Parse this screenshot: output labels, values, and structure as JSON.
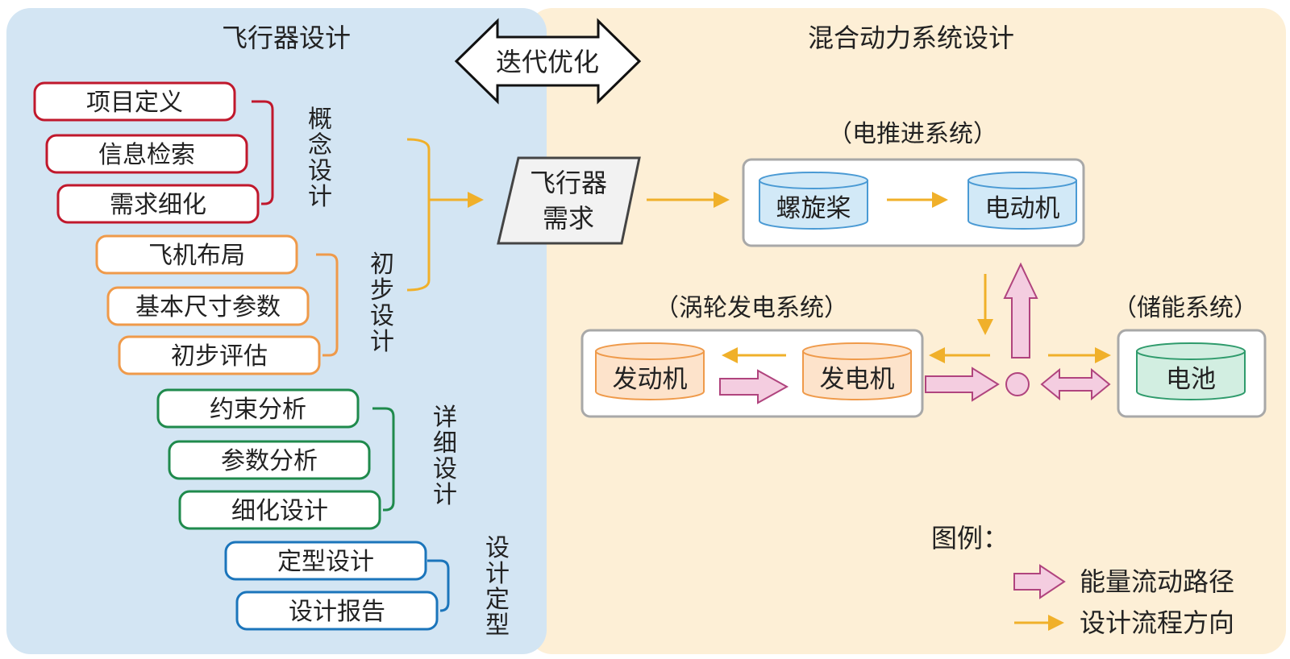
{
  "left_panel": {
    "title": "飞行器设计",
    "color": "#d3e5f3"
  },
  "right_panel": {
    "title": "混合动力系统设计",
    "color": "#fdefd6"
  },
  "iterate_label": "迭代优化",
  "stages": [
    {
      "label": "概念设计",
      "color": "#c0182c",
      "items": [
        "项目定义",
        "信息检索",
        "需求细化"
      ]
    },
    {
      "label": "初步设计",
      "color": "#ef9a4a",
      "items": [
        "飞机布局",
        "基本尺寸参数",
        "初步评估"
      ]
    },
    {
      "label": "详细设计",
      "color": "#1f8a4c",
      "items": [
        "约束分析",
        "参数分析",
        "细化设计"
      ]
    },
    {
      "label": "设计定型",
      "color": "#1b75bb",
      "items": [
        "定型设计",
        "设计报告"
      ]
    }
  ],
  "aircraft_requirement": "飞行器需求",
  "systems": {
    "electric": {
      "title": "（电推进系统）",
      "components": [
        "螺旋桨",
        "电动机"
      ]
    },
    "turbine": {
      "title": "（涡轮发电系统）",
      "components": [
        "发动机",
        "发电机"
      ]
    },
    "storage": {
      "title": "（储能系统）",
      "components": [
        "电池"
      ]
    }
  },
  "legend": {
    "title": "图例：",
    "energy_flow": "能量流动路径",
    "design_flow": "设计流程方向"
  },
  "colors": {
    "orange_arrow": "#f0b02a",
    "pink_fill": "#f4cde0",
    "pink_stroke": "#b0447e",
    "blue_cyl_fill": "#d2e9f7",
    "blue_cyl_stroke": "#4a9ad4",
    "orange_cyl_fill": "#fde3cb",
    "orange_cyl_stroke": "#ef9a4a",
    "green_cyl_fill": "#d2eee1",
    "green_cyl_stroke": "#2f9b6c"
  }
}
